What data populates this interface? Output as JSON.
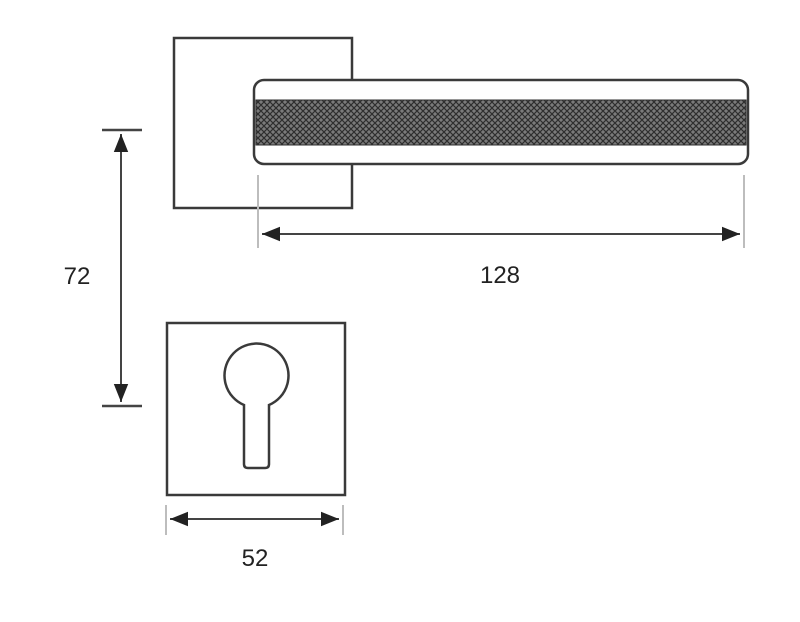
{
  "dimensions": {
    "handle_length": "128",
    "rose_spacing": "72",
    "escutcheon_width": "52"
  },
  "colors": {
    "outline": "#3a3a3a",
    "dimension_line": "#444444",
    "extension_line": "#bdbdbd",
    "knurl_dark": "#3c3c3c",
    "knurl_light": "#8a8a8a",
    "background": "#ffffff"
  }
}
